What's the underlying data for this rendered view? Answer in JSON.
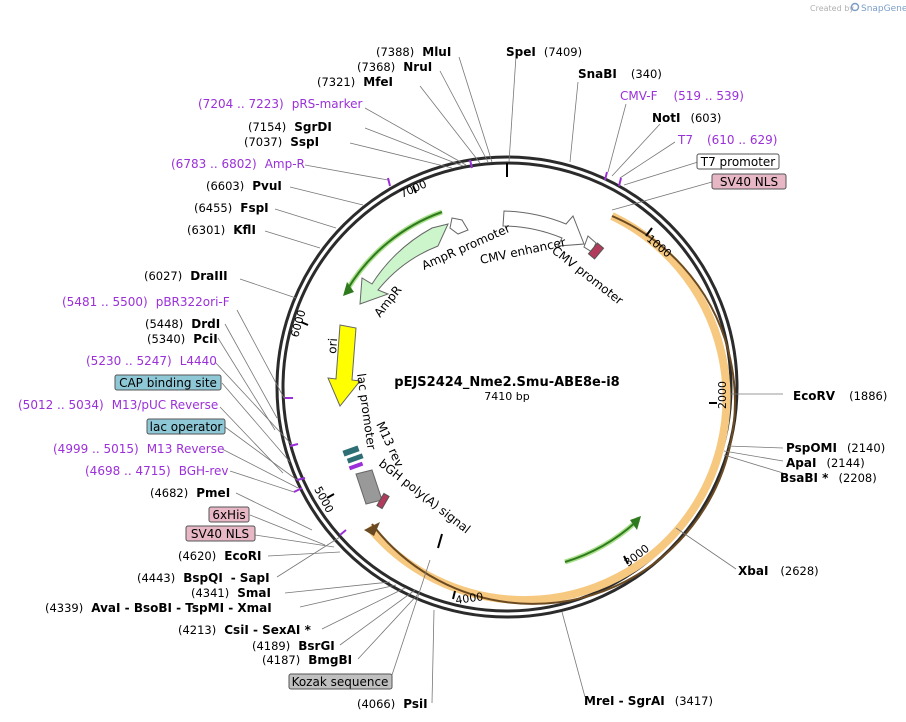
{
  "credit": {
    "text": "Created by",
    "brand": "SnapGene"
  },
  "plasmid": {
    "name": "pEJS2424_Nme2.Smu-ABE8e-i8",
    "length": "7410 bp"
  },
  "ring_ticks": [
    "1000",
    "2000",
    "3000",
    "4000",
    "5000",
    "6000",
    "7000"
  ],
  "features": {
    "ampr_promoter": "AmpR promoter",
    "ampr": "AmpR",
    "cmv_enhancer": "CMV enhancer",
    "cmv_promoter": "CMV promoter",
    "ori": "ori",
    "lac_promoter": "lac promoter",
    "m13_rev": "M13 rev",
    "bgh_polya": "bGH poly(A) signal"
  },
  "boxes": {
    "cap_binding_site": "CAP binding site",
    "lac_operator": "lac operator",
    "his6": "6xHis",
    "sv40_nls_left": "SV40 NLS",
    "kozak": "Kozak sequence",
    "t7_promoter": "T7 promoter",
    "sv40_nls_top": "SV40 NLS"
  },
  "primers": {
    "prs_marker": {
      "name": "pRS-marker",
      "range": "(7204 .. 7223)"
    },
    "amp_r": {
      "name": "Amp-R",
      "range": "(6783 .. 6802)"
    },
    "pbr322ori_f": {
      "name": "pBR322ori-F",
      "range": "(5481 .. 5500)"
    },
    "l4440": {
      "name": "L4440",
      "range": "(5230 .. 5247)"
    },
    "m13_puc_reverse": {
      "name": "M13/pUC Reverse",
      "range": "(5012 .. 5034)"
    },
    "m13_reverse": {
      "name": "M13 Reverse",
      "range": "(4999 .. 5015)"
    },
    "bgh_rev": {
      "name": "BGH-rev",
      "range": "(4698 .. 4715)"
    },
    "cmv_f": {
      "name": "CMV-F",
      "range": "(519 .. 539)"
    },
    "t7": {
      "name": "T7",
      "range": "(610 .. 629)"
    }
  },
  "enzymes": {
    "spei": {
      "name": "SpeI",
      "pos": "(7409)"
    },
    "mlui": {
      "name": "MluI",
      "pos": "(7388)"
    },
    "nrui": {
      "name": "NruI",
      "pos": "(7368)"
    },
    "mfei": {
      "name": "MfeI",
      "pos": "(7321)"
    },
    "sgrdi": {
      "name": "SgrDI",
      "pos": "(7154)"
    },
    "sspi": {
      "name": "SspI",
      "pos": "(7037)"
    },
    "pvui": {
      "name": "PvuI",
      "pos": "(6603)"
    },
    "fspi": {
      "name": "FspI",
      "pos": "(6455)"
    },
    "kfli": {
      "name": "KflI",
      "pos": "(6301)"
    },
    "draiii": {
      "name": "DraIII",
      "pos": "(6027)"
    },
    "drdi": {
      "name": "DrdI",
      "pos": "(5448)"
    },
    "pcii": {
      "name": "PciI",
      "pos": "(5340)"
    },
    "pmei": {
      "name": "PmeI",
      "pos": "(4682)"
    },
    "ecori": {
      "name": "EcoRI",
      "pos": "(4620)"
    },
    "bspqi": {
      "name": "BspQI",
      "pos": "(4443)",
      "sep": "-",
      "name2": "SapI"
    },
    "smai": {
      "name": "SmaI",
      "pos": "(4341)"
    },
    "avai": {
      "name": "AvaI - BsoBI - TspMI - XmaI",
      "pos": "(4339)"
    },
    "csii": {
      "name": "CsiI - SexAI *",
      "pos": "(4213)"
    },
    "bsrgi": {
      "name": "BsrGI",
      "pos": "(4189)"
    },
    "bmgbi": {
      "name": "BmgBI",
      "pos": "(4187)"
    },
    "psti": {
      "name": "PsiI",
      "pos": "(4066)"
    },
    "snabi": {
      "name": "SnaBI",
      "pos": "(340)"
    },
    "noti": {
      "name": "NotI",
      "pos": "(603)"
    },
    "ecorv": {
      "name": "EcoRV",
      "pos": "(1886)"
    },
    "pspomi": {
      "name": "PspOMI",
      "pos": "(2140)"
    },
    "apai": {
      "name": "ApaI",
      "pos": "(2144)"
    },
    "bsabi": {
      "name": "BsaBI *",
      "pos": "(2208)"
    },
    "xbai": {
      "name": "XbaI",
      "pos": "(2628)"
    },
    "mrei": {
      "name": "MreI - SgrAI",
      "pos": "(3417)"
    }
  }
}
